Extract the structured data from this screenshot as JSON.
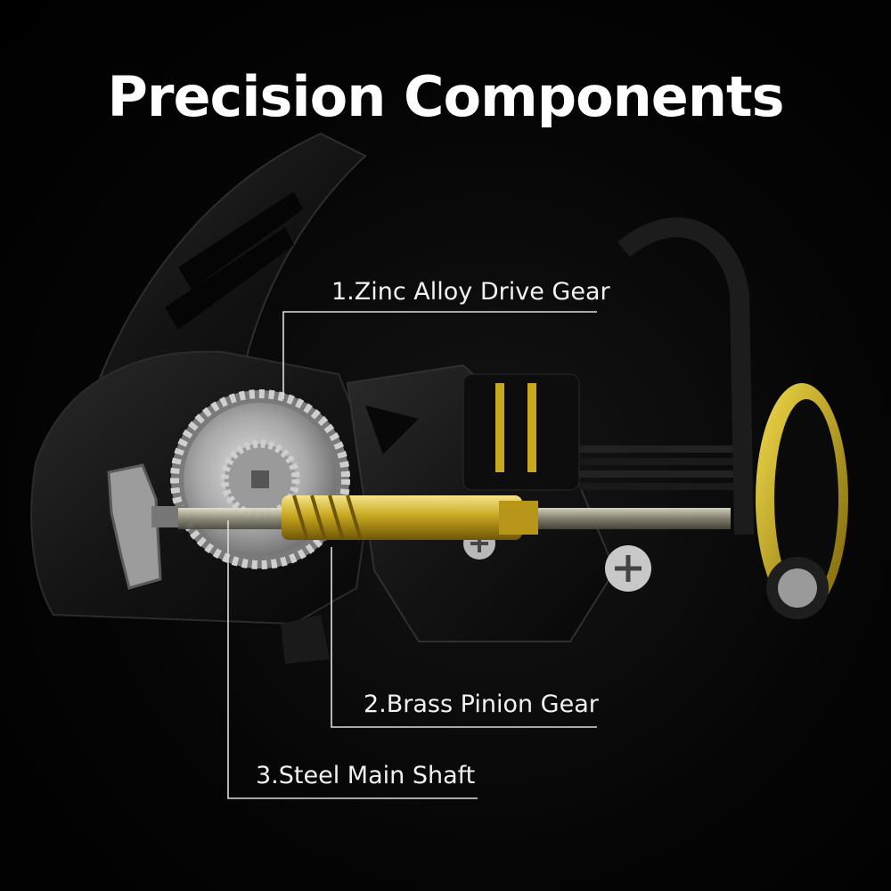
{
  "title": "Precision Components",
  "callouts": [
    {
      "label": "1.Zinc Alloy Drive Gear"
    },
    {
      "label": "2.Brass Pinion Gear"
    },
    {
      "label": "3.Steel Main Shaft"
    }
  ],
  "colors": {
    "background": "#000000",
    "title_text": "#ffffff",
    "leader_lines": "#dddddd",
    "accent_gold": "#d8b21c"
  }
}
